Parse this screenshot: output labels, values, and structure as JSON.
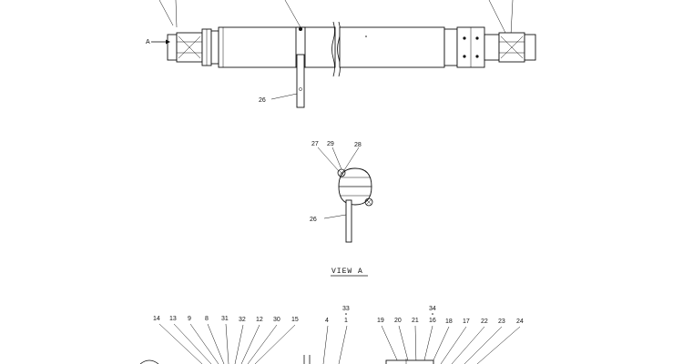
{
  "callouts": {
    "top_bracket": "26",
    "detail_27": "27",
    "detail_29": "29",
    "detail_28": "28",
    "detail_26": "26",
    "bottom_left": [
      "14",
      "13",
      "9",
      "8",
      "31",
      "32",
      "12",
      "30",
      "15",
      "4",
      "1",
      "33"
    ],
    "bottom_right": [
      "19",
      "20",
      "21",
      "16",
      "34",
      "18",
      "17",
      "22",
      "23",
      "24"
    ]
  },
  "view_arrow_label": "A",
  "view_title": "VIEW A",
  "colors": {
    "ink": "#111111",
    "paper": "#ffffff"
  }
}
